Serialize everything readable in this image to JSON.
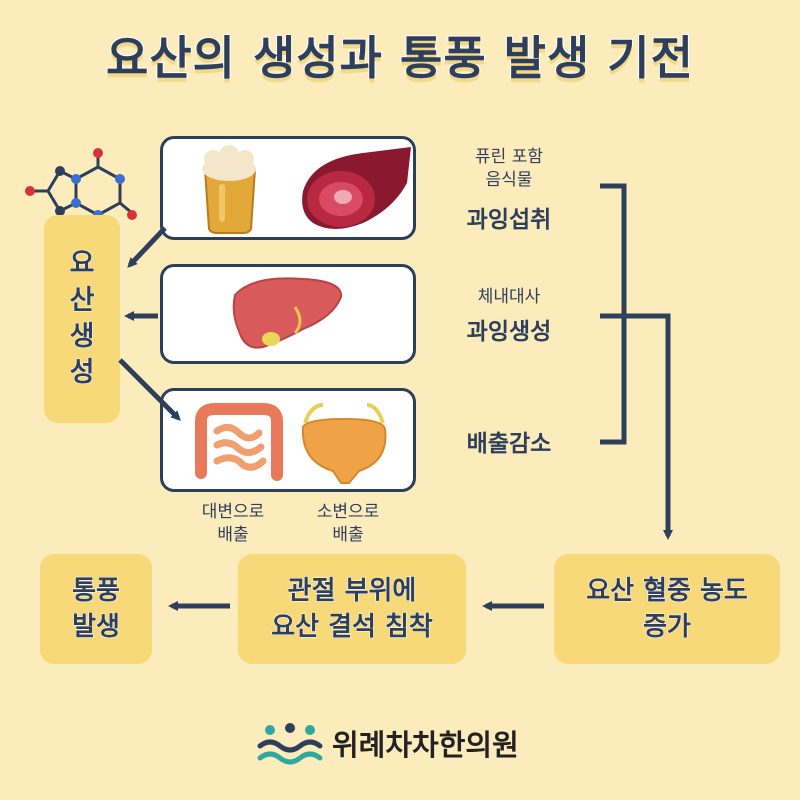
{
  "title": "요산의 생성과 통풍 발생 기전",
  "left_box": {
    "label": "요\n산\n생\n성"
  },
  "causes": [
    {
      "small": "퓨린 포함\n음식물",
      "bold": "과잉섭취"
    },
    {
      "small": "체내대사",
      "bold": "과잉생성"
    },
    {
      "small": "",
      "bold": "배출감소"
    }
  ],
  "excretion_labels": [
    {
      "text": "대변으로\n배출"
    },
    {
      "text": "소변으로\n배출"
    }
  ],
  "flow": [
    {
      "label": "요산 혈중 농도\n증가"
    },
    {
      "label": "관절 부위에\n요산 결석 침착"
    },
    {
      "label": "통풍\n발생"
    }
  ],
  "logo": {
    "text": "위례차차한의원",
    "icon": "people-wave-logo-icon"
  },
  "colors": {
    "background": "#fcecbb",
    "navy": "#2e3f5c",
    "tag": "#f7d97a"
  }
}
